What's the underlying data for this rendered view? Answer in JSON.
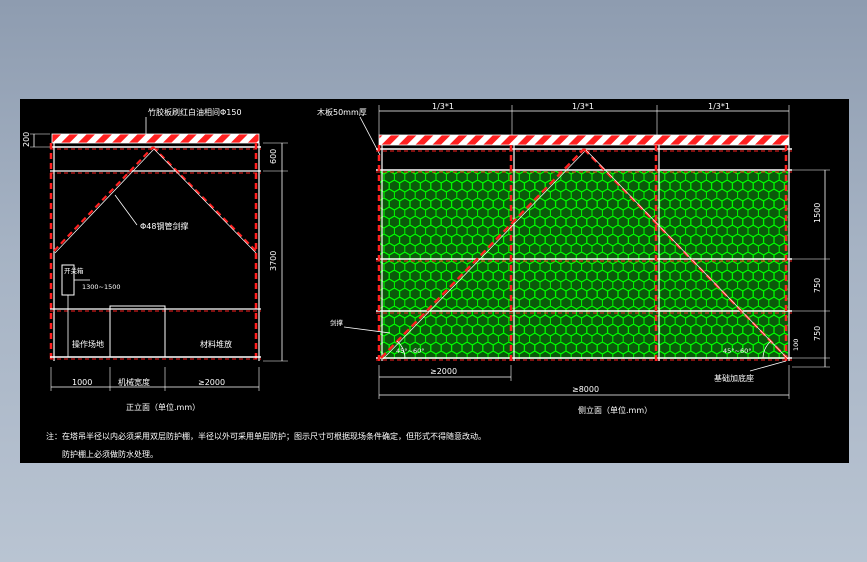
{
  "colors": {
    "background": "#000000",
    "frame": "#ffffff",
    "hazard_red": "#ff2020",
    "mesh": "#00ff00",
    "mesh_fill": "#0a5a0a",
    "dimension": "#ffffff",
    "leader": "#ffffff"
  },
  "front_view": {
    "label_top": "竹胶板刷红白油相间Φ150",
    "label_brace": "Φ48钢管剑撑",
    "label_bottom": "正立面（单位.mm）",
    "dim_top": "200",
    "dim_600": "600",
    "dim_3700": "3700",
    "dim_1000": "1000",
    "dim_mech": "机械宽度",
    "dim_2000": "≥2000",
    "label_switch": "开关箱",
    "label_height": "1300~1500",
    "label_work": "操作场地",
    "label_material": "材料堆放"
  },
  "side_view": {
    "label_plank": "木板50mm厚",
    "top_dims": [
      "1/3*1",
      "1/3*1",
      "1/3*1"
    ],
    "dim_1500": "1500",
    "dim_750a": "750",
    "dim_750b": "750",
    "dim_100": "100",
    "label_brace": "剑撑",
    "angle_left": "45°~60°",
    "angle_right": "45°~60°",
    "dim_2000": "≥2000",
    "dim_8000": "≥8000",
    "label_base": "基础加底座",
    "label_bottom": "侧立面（单位.mm）"
  },
  "notes": {
    "line1": "注：在塔吊半径以内必须采用双层防护棚，半径以外可采用单层防护；图示尺寸可根据现场条件确定，但形式不得随意改动。",
    "line2": "防护棚上必须做防水处理。"
  }
}
